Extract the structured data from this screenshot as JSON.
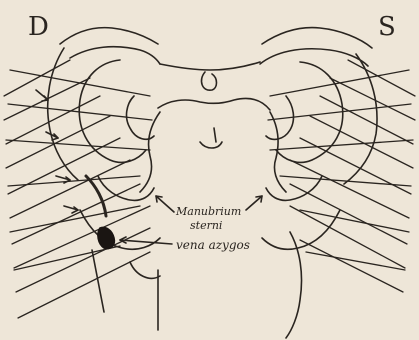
{
  "figure": {
    "background": "#eee6d8",
    "ink": "#2a2520",
    "labels": {
      "right_side": "D",
      "left_side": "S",
      "manubrium_line1": "Manubrium",
      "manubrium_line2": "sterni",
      "vena": "vena azygos"
    }
  }
}
